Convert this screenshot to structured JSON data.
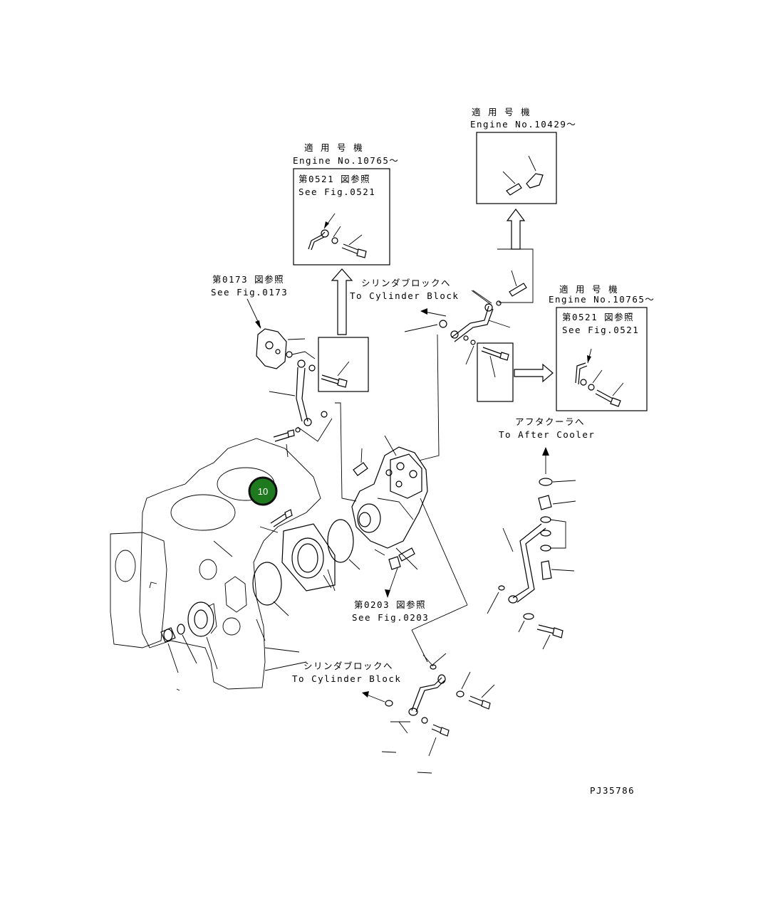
{
  "labels": {
    "applicable_jp": "適 用 号 機",
    "engine_10765": "Engine No.10765～",
    "engine_10429": "Engine No.10429～",
    "engine_10765_b": "Engine No.10765～",
    "fig0521_jp": "第0521 図参照",
    "fig0521_en": "See Fig.0521",
    "fig0521_jp_b": "第0521 図参照",
    "fig0521_en_b": "See Fig.0521",
    "fig0173_jp": "第0173 図参照",
    "fig0173_en": "See Fig.0173",
    "fig0203_jp": "第0203 図参照",
    "fig0203_en": "See Fig.0203",
    "to_cyl_jp": "シリンダブロックへ",
    "to_cyl_en": "To Cylinder Block",
    "to_cyl_jp_b": "シリンダブロックへ",
    "to_cyl_en_b": "To Cylinder Block",
    "to_after_jp": "アフタクーラへ",
    "to_after_en": "To After Cooler",
    "drawing_no": "PJ35786"
  },
  "callout": {
    "label": "10",
    "color": "#1f7a1f",
    "ring": "#111111"
  }
}
